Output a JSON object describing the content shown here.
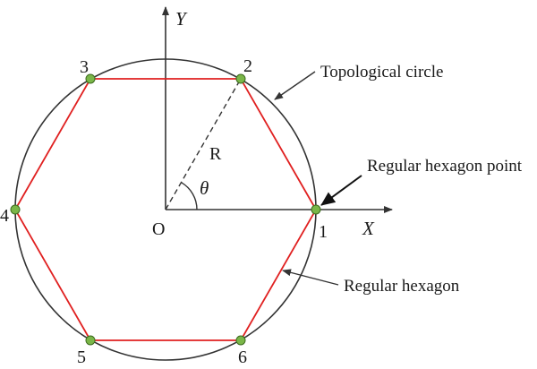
{
  "diagram": {
    "axes": {
      "x_label": "X",
      "y_label": "Y",
      "origin_label": "O"
    },
    "radius_label": "R",
    "angle_label": "θ",
    "vertex_labels": [
      "1",
      "2",
      "3",
      "4",
      "5",
      "6"
    ],
    "annotations": {
      "circle": "Topological circle",
      "point": "Regular hexagon point",
      "hexagon": "Regular hexagon"
    },
    "colors": {
      "hexagon": "#e02020",
      "circle": "#333333",
      "axes": "#333333",
      "vertex_fill": "#7ab648",
      "vertex_stroke": "#3d6b1f"
    }
  }
}
